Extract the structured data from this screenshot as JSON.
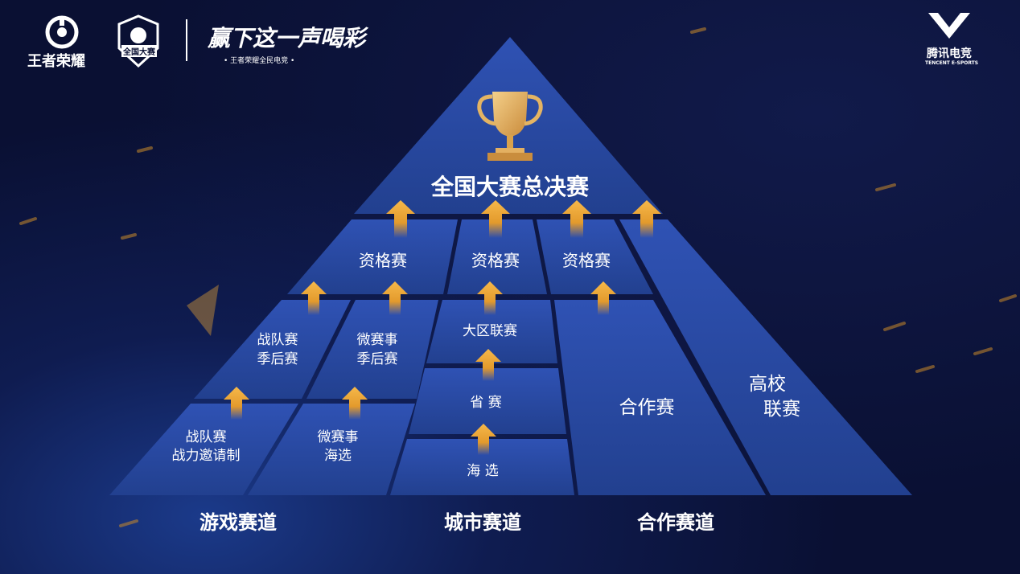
{
  "header": {
    "game_logo_text": "王者荣耀",
    "event_badge_text": "全国大赛",
    "slogan": "赢下这一声喝彩",
    "slogan_sub": "• 王者荣耀全民电竞 •",
    "brand_text": "腾讯电竞",
    "brand_sub": "TENCENT E-SPORTS"
  },
  "pyramid": {
    "apex": "全国大赛总决赛",
    "qualifiers": [
      "资格赛",
      "资格赛",
      "资格赛"
    ],
    "game_track": {
      "upper": [
        "战队赛季后赛",
        "微赛事季后赛"
      ],
      "lower": [
        "战队赛战力邀请制",
        "微赛事海选"
      ]
    },
    "city_track": [
      "大区联赛",
      "省 赛",
      "海 选"
    ],
    "partner": "合作赛",
    "college": "高校联赛"
  },
  "tracks": [
    "游戏赛道",
    "城市赛道",
    "合作赛道"
  ],
  "colors": {
    "panel": "#2a4aa8",
    "panel_dark": "#223e96",
    "arrow": "#f2a93b",
    "gap": "#0b1438",
    "gold": "#e8b35c"
  }
}
